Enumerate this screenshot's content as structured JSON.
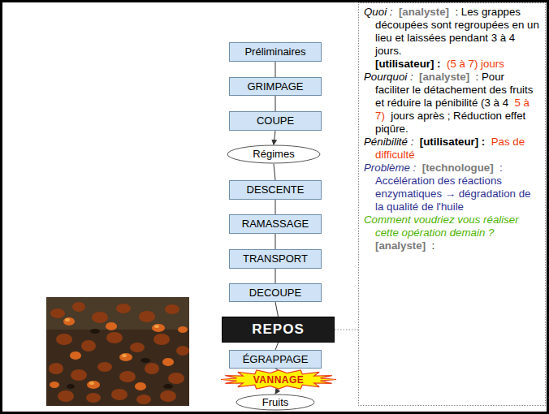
{
  "diagram": {
    "nodes": [
      {
        "text": [
          "Préliminaires"
        ]
      },
      {
        "text": [
          "GRIMPAGE"
        ]
      },
      {
        "text": [
          "COUPE"
        ]
      },
      {
        "text": [
          "Régimes"
        ]
      },
      {
        "text": [
          "DESCENTE"
        ]
      },
      {
        "text": [
          "RAMASSAGE"
        ]
      },
      {
        "text": [
          "TRANSPORT"
        ]
      },
      {
        "text": [
          "DECOUPE"
        ]
      },
      {
        "text": [
          "REPOS"
        ]
      },
      {
        "text": [
          "ÉGRAPPAGE"
        ]
      },
      {
        "text": [
          "VANNAGE"
        ]
      },
      {
        "text": [
          "Fruits"
        ]
      },
      {
        "text": [
          "Quoi :",
          "[analyste]",
          ": Les grappes découpées sont regroupées en un lieu et laissées pendant 3 à 4 jours.",
          "[utilisateur] :",
          "(5 à 7) jours",
          "Pourquoi :",
          "[analyste]",
          ": Pour faciliter le détachement des fruits et réduire la pénibilité (3 à 4",
          "5 à 7)",
          "jours après ; Réduction effet piqûre.",
          "Pénibilité :",
          "[utilisateur] :",
          "Pas de difficulté",
          "Problème :",
          "[technologue]",
          ": Accélération des réactions enzymatiques → dégradation de la qualité de l'huile",
          "Comment voudriez vous réaliser cette opération demain ?",
          "[analyste]",
          ":"
        ]
      }
    ],
    "edges": [
      {
        "from": 0,
        "to": 1,
        "arrow": "none"
      },
      {
        "from": 1,
        "to": 2,
        "arrow": "none"
      },
      {
        "from": 2,
        "to": 3,
        "arrow": "to"
      },
      {
        "from": 3,
        "to": 4,
        "arrow": "none"
      },
      {
        "from": 4,
        "to": 5,
        "arrow": "none"
      },
      {
        "from": 5,
        "to": 6,
        "arrow": "none"
      },
      {
        "from": 6,
        "to": 7,
        "arrow": "none"
      },
      {
        "from": 7,
        "to": 8,
        "arrow": "none"
      },
      {
        "from": 8,
        "to": 9,
        "arrow": "none"
      },
      {
        "from": 9,
        "to": 10,
        "arrow": "none"
      },
      {
        "from": 10,
        "to": 11,
        "arrow": "to"
      },
      {
        "from": 8,
        "to": 12,
        "arrow": "none"
      }
    ]
  }
}
